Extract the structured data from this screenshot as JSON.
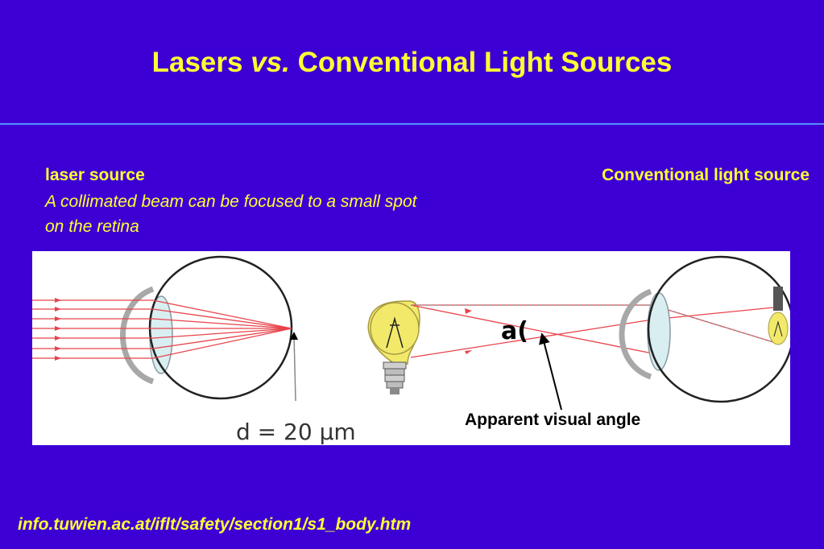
{
  "slide": {
    "title_part1": "Lasers ",
    "title_part2": "vs.",
    "title_part3": " Conventional Light Sources",
    "footer_url": "info.tuwien.ac.at/iflt/safety/section1/s1_body.htm"
  },
  "laser": {
    "heading": "laser source",
    "description": "A collimated beam can be focused to a small spot on the retina",
    "spot_label": "d = 20 µm"
  },
  "conventional": {
    "heading": "Conventional light source",
    "angle_symbol": "a(",
    "angle_label": "Apparent visual angle"
  },
  "colors": {
    "background": "#3c00d4",
    "text": "#ffff33",
    "ray": "#e8434b"
  }
}
